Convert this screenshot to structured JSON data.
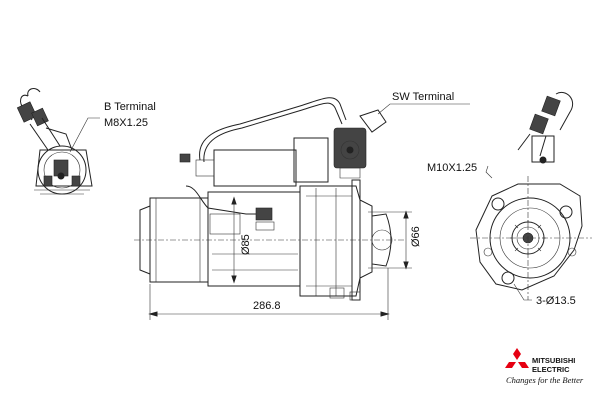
{
  "labels": {
    "b_terminal": "B Terminal",
    "b_terminal_thread": "M8X1.25",
    "sw_terminal": "SW Terminal",
    "m10": "M10X1.25",
    "dia85": "Ø85",
    "dia66": "Ø66",
    "length": "286.8",
    "holes": "3-Ø13.5"
  },
  "brand": {
    "line1": "MITSUBISHI",
    "line2": "ELECTRIC",
    "tagline": "Changes for the Better",
    "logo_color": "#e60012"
  }
}
